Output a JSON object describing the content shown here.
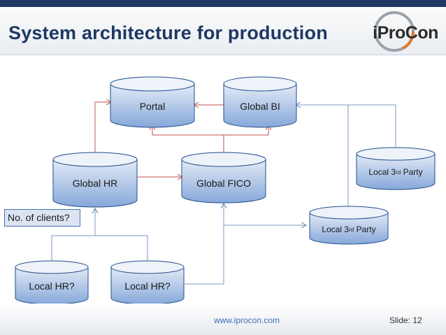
{
  "header": {
    "title": "System architecture for production"
  },
  "logo": {
    "text": "iProCon"
  },
  "nodes": {
    "portal": "Portal",
    "global_bi": "Global BI",
    "global_hr": "Global HR",
    "global_fico": "Global FICO",
    "local_3rd_party_1": {
      "prefix": "Local 3",
      "sup": "rd",
      "suffix": " Party"
    },
    "local_3rd_party_2": {
      "prefix": "Local 3",
      "sup": "rd",
      "suffix": " Party"
    },
    "local_hr_1": "Local HR?",
    "local_hr_2": "Local HR?"
  },
  "callout": {
    "text": "No. of clients?"
  },
  "footer": {
    "url": "www.iprocon.com",
    "slide": "Slide: 12"
  },
  "colors": {
    "cylinder_fill_top": "#dbe4f3",
    "cylinder_fill_bottom": "#8fb0dd",
    "cylinder_stroke": "#1f4e8c",
    "connector": "#c0504d",
    "connector_blue": "#7f98c3",
    "title": "#1f3864"
  }
}
